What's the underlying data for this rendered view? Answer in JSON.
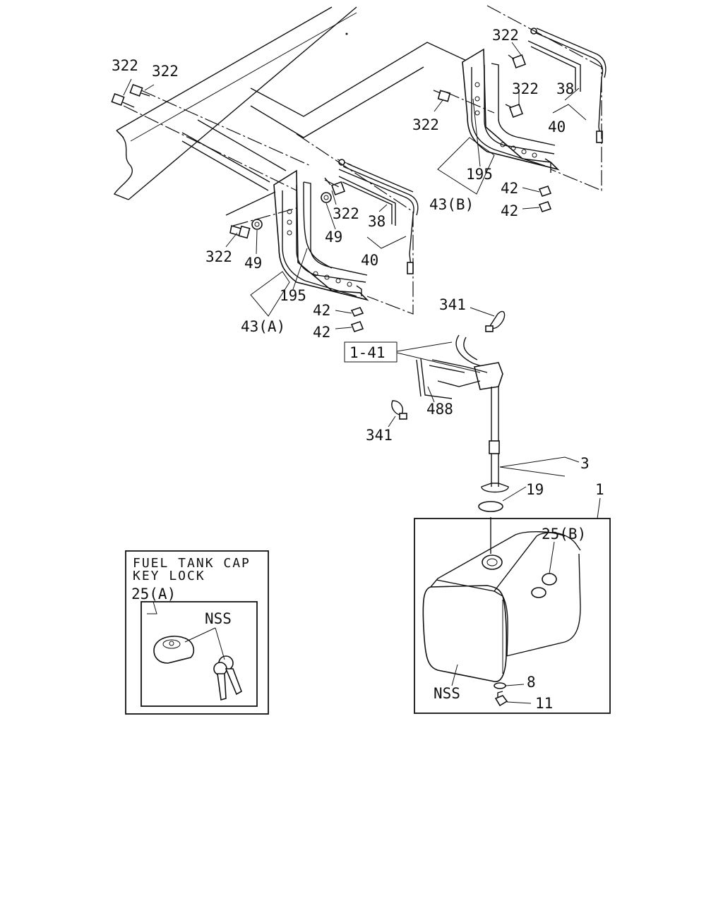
{
  "inset": {
    "title_line1": "FUEL TANK CAP",
    "title_line2": "KEY LOCK",
    "cap_ref": "25(A)",
    "key_ref": "NSS"
  },
  "callouts": {
    "bolt_322": "322",
    "strap_38": "38",
    "strap_40": "40",
    "nut_49": "49",
    "rubber_195": "195",
    "bracket_43a": "43(A)",
    "bracket_43b": "43(B)",
    "nut_42": "42",
    "clip_341": "341",
    "ref_1_41": "1-41",
    "hose_488": "488",
    "gauge_3": "3",
    "packing_19": "19",
    "tank_1": "1",
    "cap_25b": "25(B)",
    "washer_8": "8",
    "plug_11": "11",
    "tank_nss": "NSS"
  }
}
